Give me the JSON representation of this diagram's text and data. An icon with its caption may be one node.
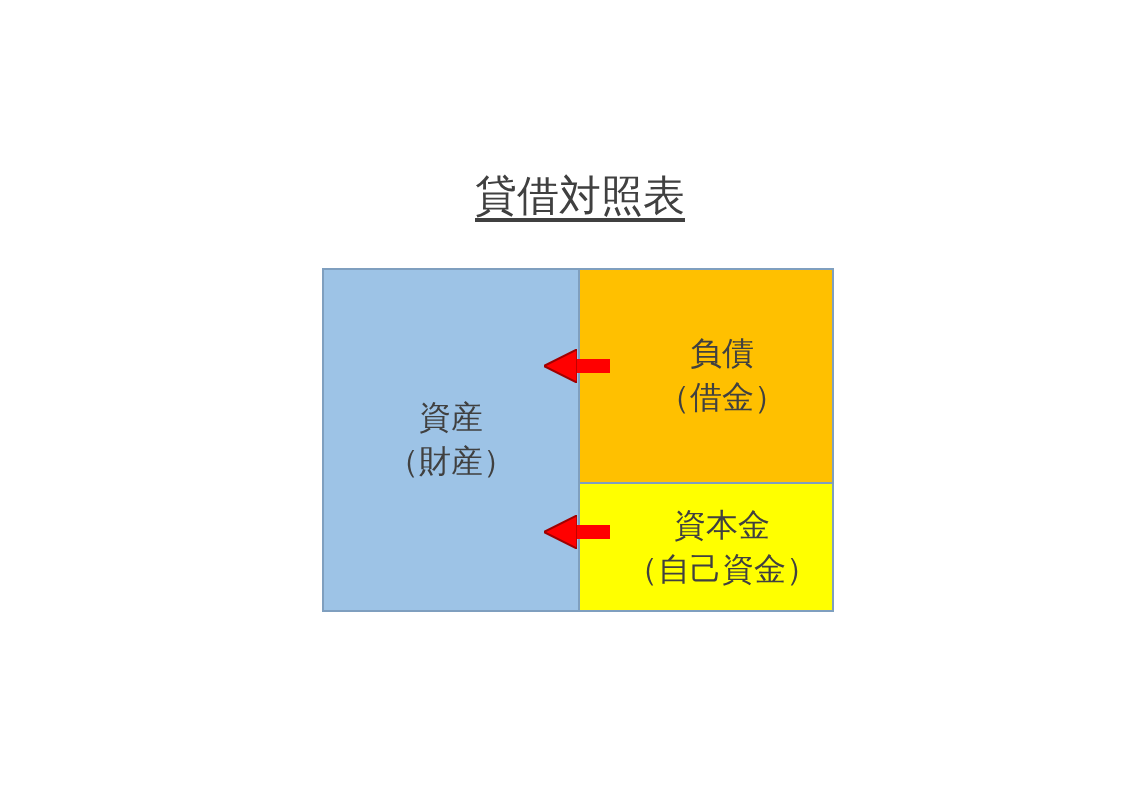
{
  "diagram": {
    "title": "貸借対照表",
    "nodes": [
      {
        "text": [
          "資産（財産）"
        ]
      },
      {
        "text": [
          "負債（借金）"
        ]
      },
      {
        "text": [
          "資本金（自己資金）"
        ]
      }
    ],
    "edges": [
      {
        "from": 1,
        "to": 0,
        "arrow": "to"
      },
      {
        "from": 2,
        "to": 0,
        "arrow": "to"
      }
    ]
  }
}
